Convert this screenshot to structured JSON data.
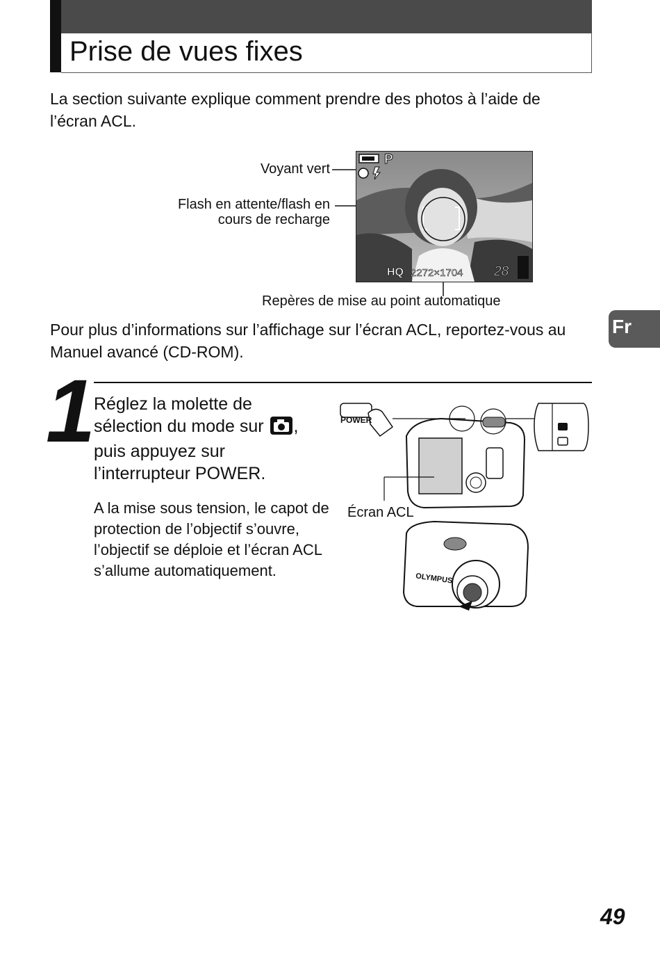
{
  "header": {
    "title": "Prise de vues fixes"
  },
  "intro": "La section suivante explique comment prendre des photos à l’aide de l’écran ACL.",
  "lcd_figure": {
    "labels": {
      "green_light": "Voyant vert",
      "flash_line1": "Flash en attente/flash en",
      "flash_line2": "cours de recharge",
      "af_marks": "Repères de mise au point automatique"
    },
    "screen": {
      "mode": "P",
      "quality": "HQ",
      "resolution": "2272×1704",
      "frames": "28"
    }
  },
  "more_info": "Pour plus d’informations sur l’affichage sur l’écran ACL, reportez-vous au Manuel avancé (CD-ROM).",
  "language_tab": "Fr",
  "step": {
    "number": "1",
    "title_part1": "Réglez la molette de sélection du mode sur",
    "title_part2": ", puis appuyez sur l’interrupteur POWER.",
    "body": "A la mise sous tension, le capot de protection de l’objectif s’ouvre, l’objectif se déploie et l’écran ACL s’allume automatiquement.",
    "camera_figure": {
      "power_button_label": "POWER",
      "lcd_label": "Écran ACL",
      "brand": "OLYMPUS"
    }
  },
  "page_number": "49"
}
